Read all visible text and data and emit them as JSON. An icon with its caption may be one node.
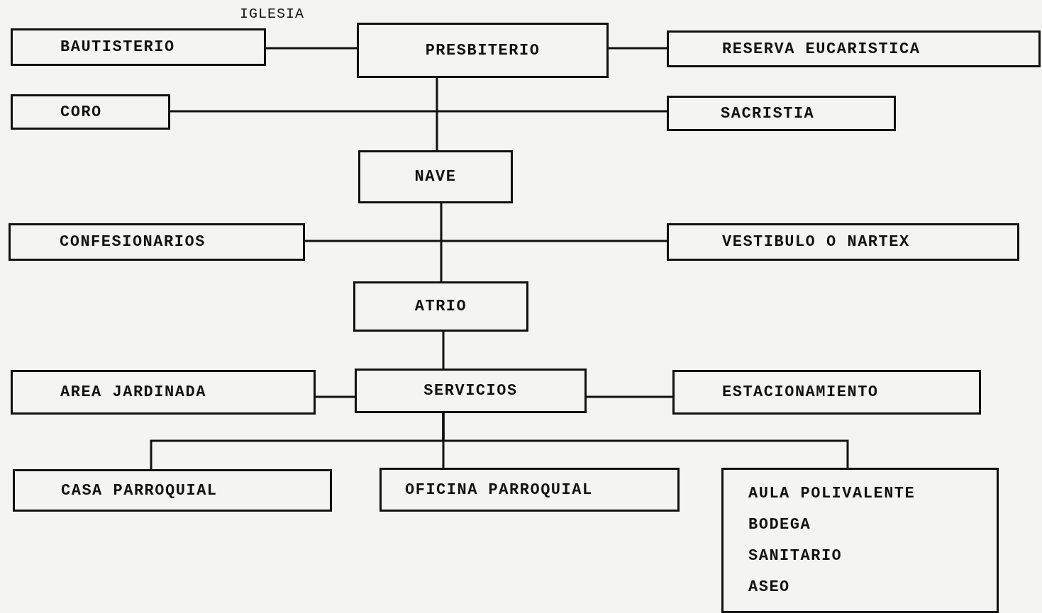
{
  "diagram": {
    "nodes": [
      {
        "text": [
          "BAUTISTERIO"
        ]
      },
      {
        "text": [
          "PRESBITERIO"
        ]
      },
      {
        "text": [
          "RESERVA EUCARISTICA"
        ]
      },
      {
        "text": [
          "CORO"
        ]
      },
      {
        "text": [
          "SACRISTIA"
        ]
      },
      {
        "text": [
          "NAVE"
        ]
      },
      {
        "text": [
          "CONFESIONARIOS"
        ]
      },
      {
        "text": [
          "VESTIBULO O NARTEX"
        ]
      },
      {
        "text": [
          "ATRIO"
        ]
      },
      {
        "text": [
          "AREA JARDINADA"
        ]
      },
      {
        "text": [
          "SERVICIOS"
        ]
      },
      {
        "text": [
          "ESTACIONAMIENTO"
        ]
      },
      {
        "text": [
          "CASA PARROQUIAL"
        ]
      },
      {
        "text": [
          "OFICINA PARROQUIAL"
        ]
      },
      {
        "text": [
          "AULA POLIVALENTE",
          "BODEGA",
          "SANITARIO",
          "ASEO"
        ]
      }
    ],
    "edges": [
      {
        "from": 0,
        "to": 1,
        "arrow": "none"
      },
      {
        "from": 1,
        "to": 2,
        "arrow": "none"
      },
      {
        "from": 1,
        "to": 5,
        "arrow": "none"
      },
      {
        "from": 3,
        "to": 4,
        "arrow": "none"
      },
      {
        "from": 5,
        "to": 8,
        "arrow": "none"
      },
      {
        "from": 6,
        "to": 7,
        "arrow": "none"
      },
      {
        "from": 8,
        "to": 10,
        "arrow": "none"
      },
      {
        "from": 9,
        "to": 10,
        "arrow": "none"
      },
      {
        "from": 10,
        "to": 11,
        "arrow": "none"
      },
      {
        "from": 10,
        "to": 12,
        "arrow": "none"
      },
      {
        "from": 10,
        "to": 13,
        "arrow": "none"
      },
      {
        "from": 10,
        "to": 14,
        "arrow": "none"
      }
    ],
    "labels": [
      "IGLESIA"
    ]
  }
}
